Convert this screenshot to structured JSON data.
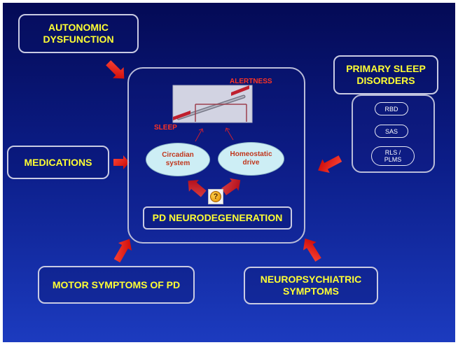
{
  "boxes": {
    "autonomic": "AUTONOMIC\nDYSFUNCTION",
    "primary_sleep": "PRIMARY SLEEP\nDISORDERS",
    "medications": "MEDICATIONS",
    "motor": "MOTOR SYMPTOMS OF PD",
    "neuropsych": "NEUROPSYCHIATRIC\nSYMPTOMS",
    "pd": "PD  NEURODEGENERATION"
  },
  "sleep_disorders": [
    "RBD",
    "SAS",
    "RLS /\nPLMS"
  ],
  "center": {
    "alertness": "ALERTNESS",
    "sleep": "SLEEP",
    "circadian": "Circadian\nsystem",
    "homeostatic": "Homeostatic\ndrive",
    "question": "?"
  },
  "colors": {
    "box_text": "#ffff33",
    "arrow": "#ee1111",
    "label_red": "#ff3322"
  }
}
